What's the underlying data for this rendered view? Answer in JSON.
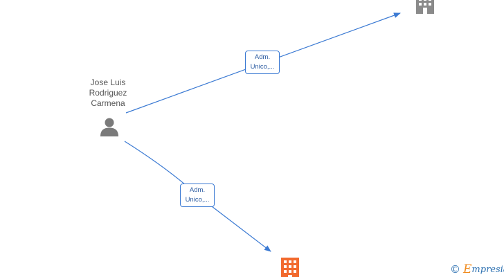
{
  "person": {
    "name_line1": "Jose Luis",
    "name_line2": "Rodriguez",
    "name_line3": "Carmena",
    "icon": "person-icon"
  },
  "edges": [
    {
      "label_line1": "Adm.",
      "label_line2": "Unico,..."
    },
    {
      "label_line1": "Adm.",
      "label_line2": "Unico,..."
    }
  ],
  "companies": [
    {
      "icon": "building-icon",
      "color": "#8a8a8a"
    },
    {
      "icon": "building-icon",
      "color": "#f26a2e"
    }
  ],
  "colors": {
    "edge": "#3b7ad3",
    "person": "#7a7a7a"
  },
  "brand": {
    "symbol": "©",
    "initial": "E",
    "rest": "mpresia"
  }
}
